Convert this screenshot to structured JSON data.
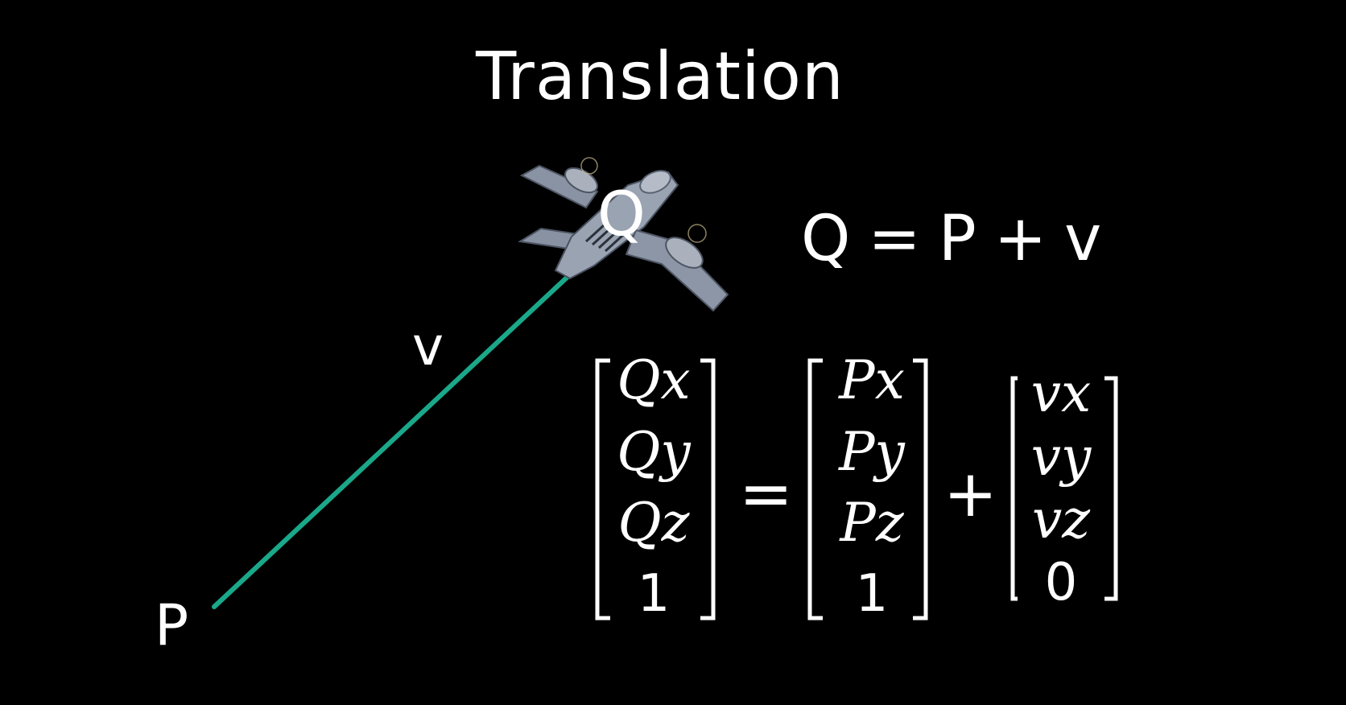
{
  "title": "Translation",
  "points": {
    "p": "P",
    "q": "Q",
    "v": "v"
  },
  "equation": {
    "lhs": "Q",
    "eq": "=",
    "p": "P",
    "plus": "+",
    "v": "v"
  },
  "matrix_equation": {
    "q": [
      "Qx",
      "Qy",
      "Qz",
      "1"
    ],
    "p": [
      "Px",
      "Py",
      "Pz",
      "1"
    ],
    "v": [
      "vx",
      "vy",
      "vz",
      "0"
    ],
    "equals": "=",
    "plus": "+"
  },
  "colors": {
    "background": "#000000",
    "vector": "#1aa88a",
    "text": "#ffffff"
  },
  "icons": {
    "object": "airplane-icon"
  }
}
